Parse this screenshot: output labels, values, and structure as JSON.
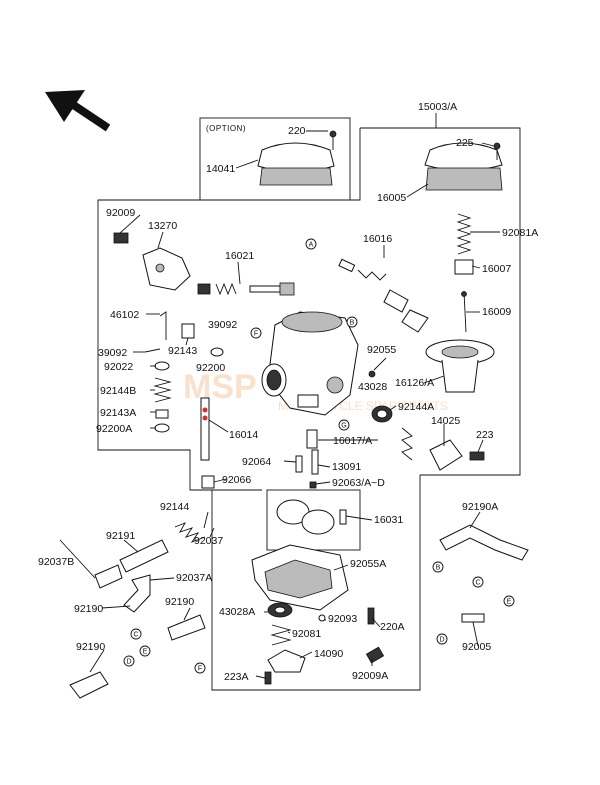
{
  "watermark": {
    "main": "MSP",
    "sub": "MOTORCYCLE SPARE PARTS"
  },
  "option_box_title": "(OPTION)",
  "part_labels": {
    "p15003A": "15003/A",
    "p220": "220",
    "p225": "225",
    "p14041": "14041",
    "p16005": "16005",
    "p92009": "92009",
    "p13270": "13270",
    "p92081A": "92081A",
    "p16021": "16021",
    "p16016": "16016",
    "p16007": "16007",
    "p16009": "16009",
    "p46102": "46102",
    "p39092a": "39092",
    "p39092b": "39092",
    "p92143": "92143",
    "p92200": "92200",
    "p92055": "92055",
    "p92022": "92022",
    "p43028": "43028",
    "p16126A": "16126/A",
    "p92144B": "92144B",
    "p92144A": "92144A",
    "p92143A": "92143A",
    "p14025": "14025",
    "p92200A": "92200A",
    "p16014": "16014",
    "p16017A": "16017/A",
    "p223": "223",
    "p92064": "92064",
    "p13091": "13091",
    "p92066": "92066",
    "p92063AD": "92063/A~D",
    "p92144": "92144",
    "p16031": "16031",
    "p92190A": "92190A",
    "p92191": "92191",
    "p92037": "92037",
    "p92037B": "92037B",
    "p92037A": "92037A",
    "p92055A": "92055A",
    "p92190a": "92190",
    "p92190b": "92190",
    "p92190c": "92190",
    "p43028A": "43028A",
    "p92093": "92093",
    "p220A": "220A",
    "p92081": "92081",
    "p92005": "92005",
    "p14090": "14090",
    "p223A": "223A",
    "p92009A": "92009A"
  },
  "callouts": {
    "a": "A",
    "b": "B",
    "c": "C",
    "d": "D",
    "e": "E",
    "f": "F",
    "g": "G"
  }
}
